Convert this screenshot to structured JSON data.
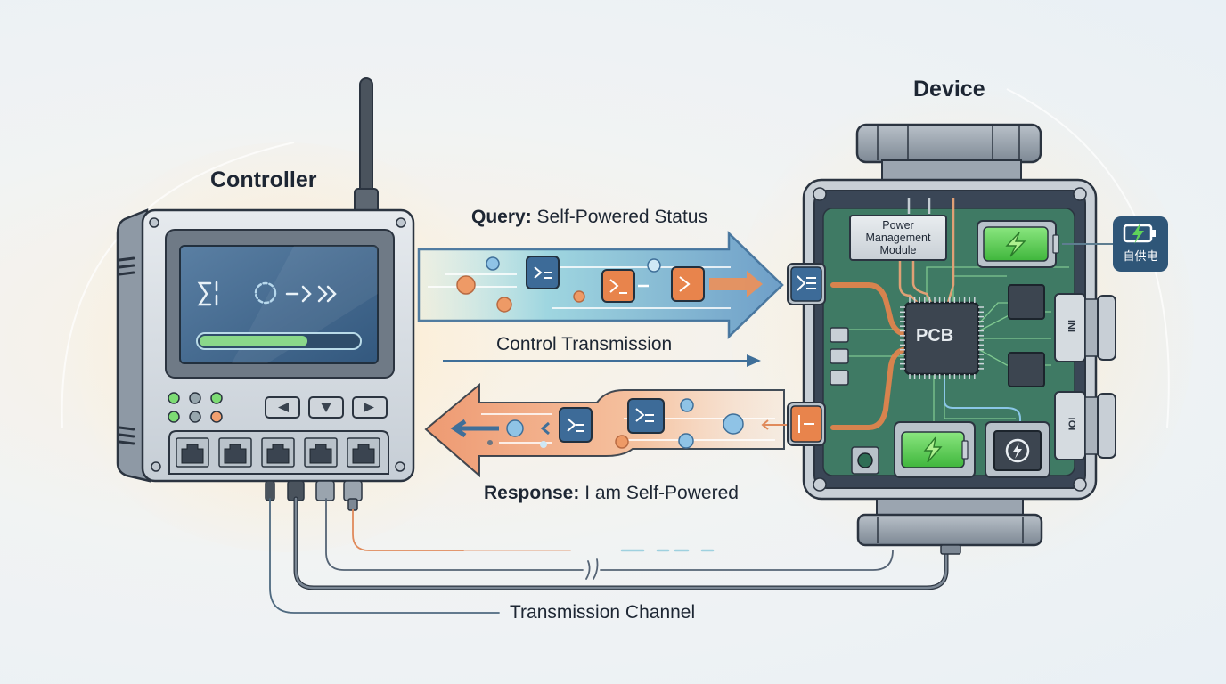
{
  "titles": {
    "controller": "Controller",
    "device": "Device"
  },
  "arrows": {
    "query_prefix": "Query:",
    "query_text": " Self-Powered Status",
    "control_transmission": "Control Transmission",
    "response_prefix": "Response:",
    "response_text": " I am Self-Powered",
    "transmission_channel": "Transmission Channel"
  },
  "controller": {
    "screen_glyphs": "∑¦·◌ –›»",
    "progress_fraction": 0.68,
    "leds": [
      "green",
      "gray",
      "green",
      "green",
      "gray",
      "orange"
    ],
    "nav_buttons": [
      "◀",
      "▼",
      "▶"
    ],
    "ethernet_ports": 5
  },
  "device": {
    "power_module_label": "Power Management Module",
    "chip_label": "PCB",
    "badge_label": "自供电",
    "connector_labels": [
      "INI",
      "IOI"
    ]
  },
  "colors": {
    "accent_blue": "#3f6f99",
    "accent_orange": "#e8844c",
    "pcb_green": "#3f7a64",
    "battery_green": "#5fd35a",
    "text_dark": "#1d2633"
  }
}
